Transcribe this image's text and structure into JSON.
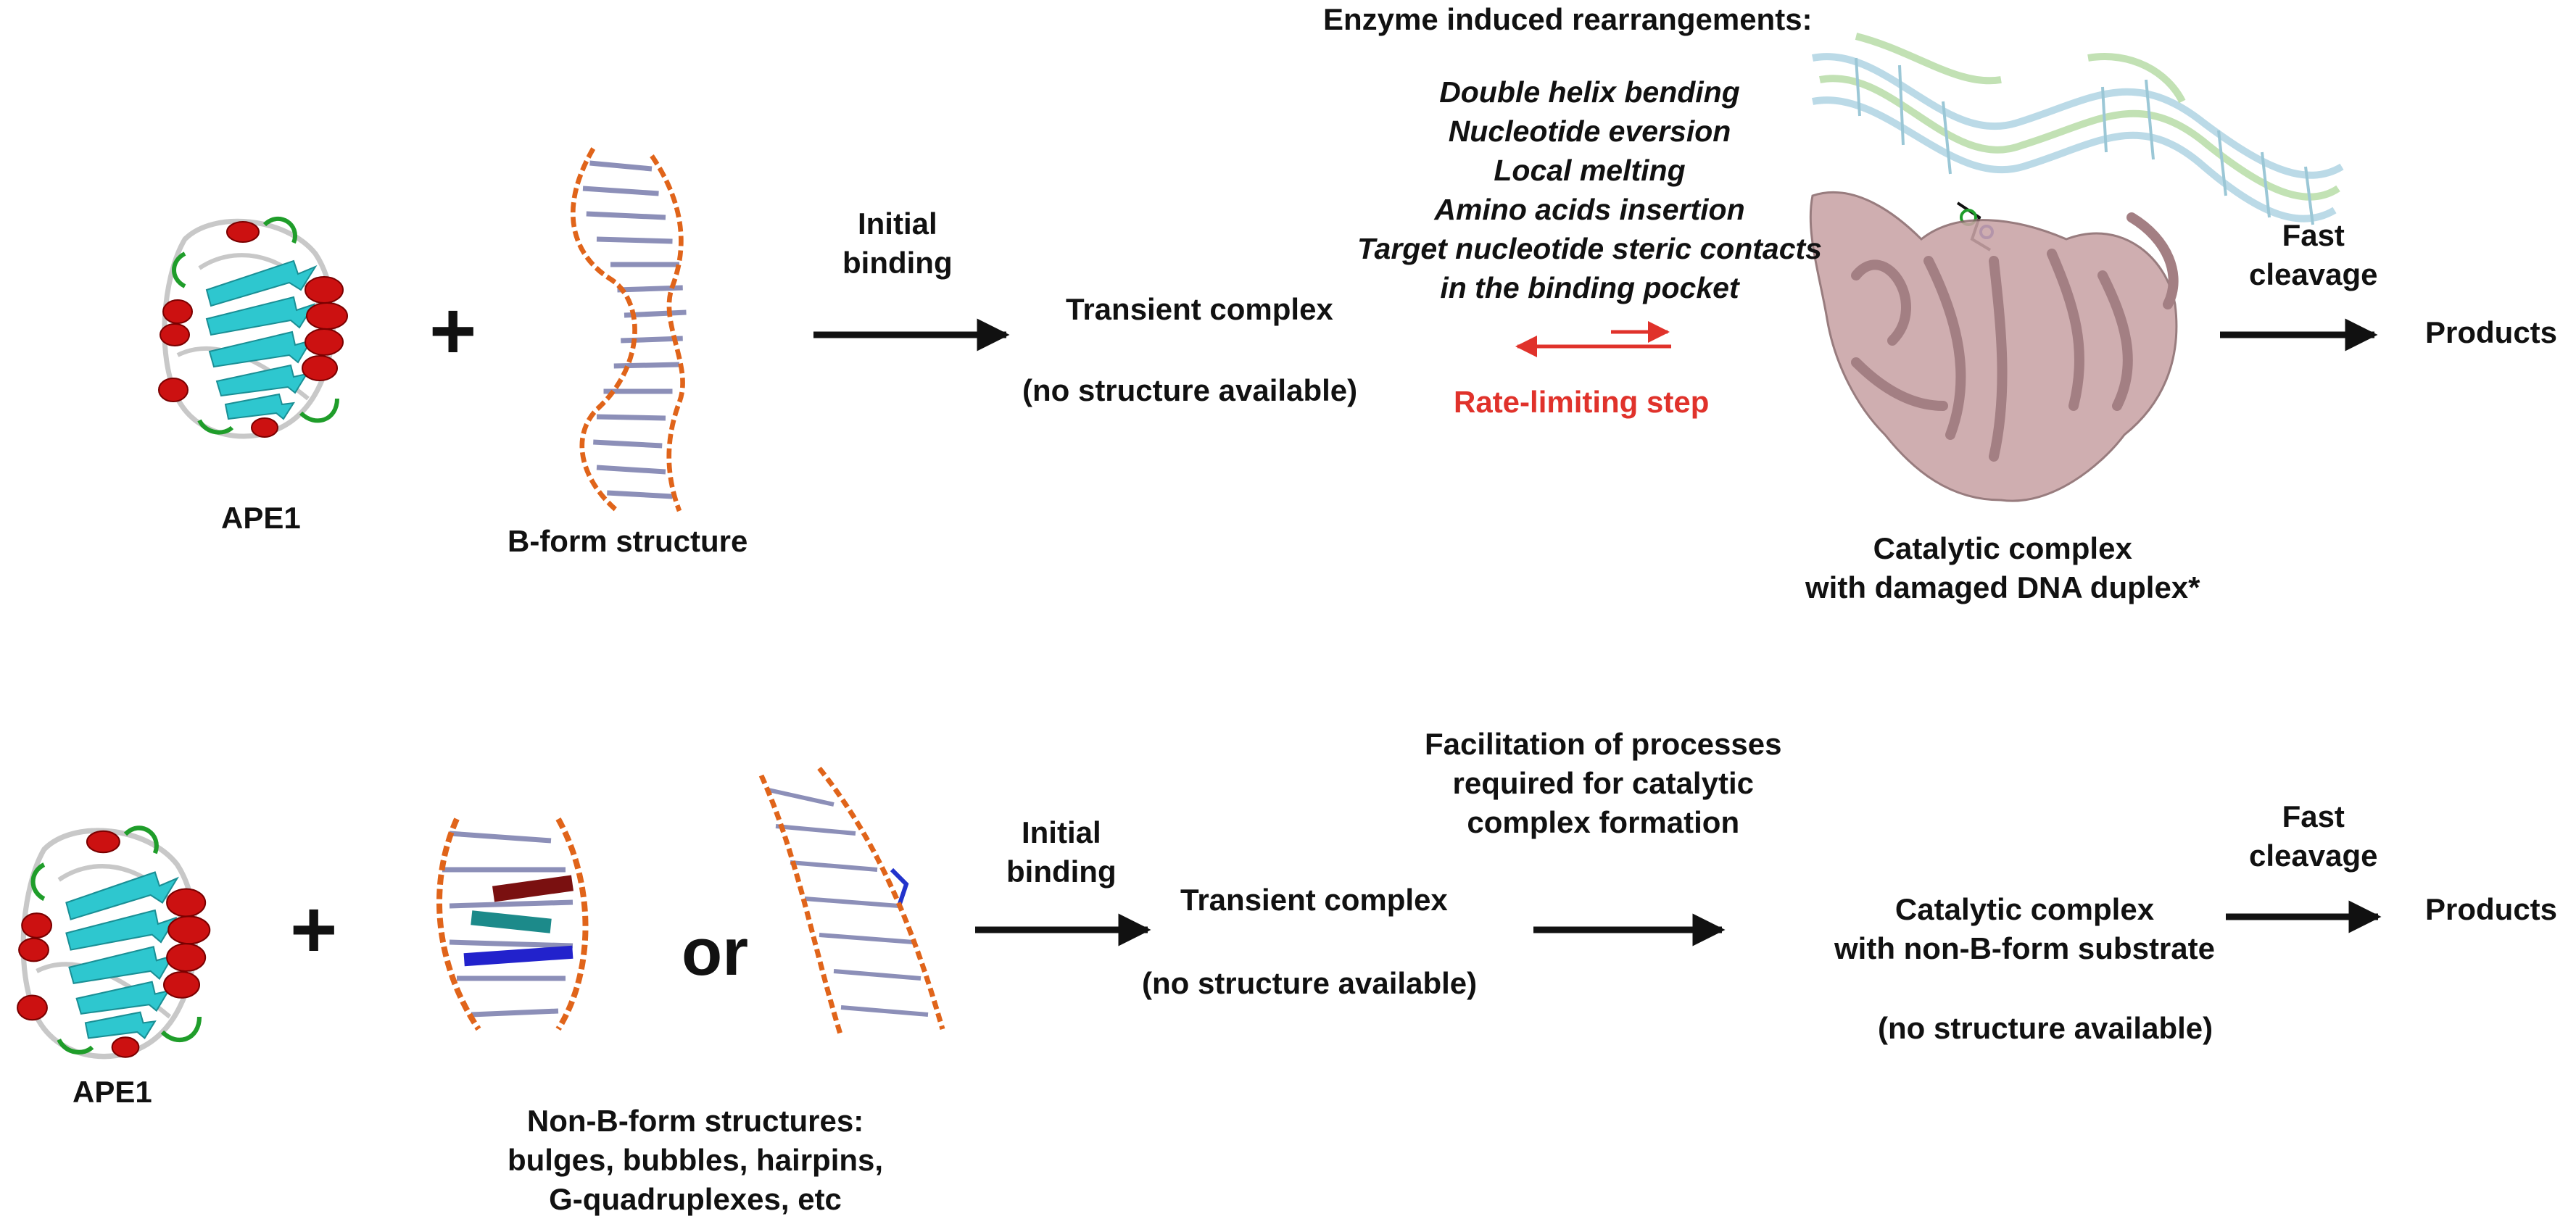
{
  "top_row": {
    "protein_label": "APE1",
    "plus": "+",
    "dna_label": "B-form structure",
    "initial_binding": [
      "Initial",
      "binding"
    ],
    "transient_complex": "Transient complex",
    "no_structure": "(no structure available)",
    "rearrangements_title": "Enzyme induced rearrangements:",
    "rearrangements": [
      "Double helix bending",
      "Nucleotide eversion",
      "Local melting",
      "Amino acids insertion",
      "Target nucleotide steric contacts",
      "in the binding pocket"
    ],
    "rate_limiting": "Rate-limiting step",
    "catalytic_complex": [
      "Catalytic complex",
      "with damaged DNA duplex*"
    ],
    "fast_cleavage": [
      "Fast",
      "cleavage"
    ],
    "products": "Products"
  },
  "bottom_row": {
    "protein_label": "APE1",
    "plus": "+",
    "or": "or",
    "nonb_label": [
      "Non-B-form structures:",
      "bulges, bubbles, hairpins,",
      "G-quadruplexes, etc"
    ],
    "initial_binding": [
      "Initial",
      "binding"
    ],
    "transient_complex": "Transient complex",
    "no_structure": "(no structure available)",
    "facilitation": [
      "Facilitation of processes",
      "required for catalytic",
      "complex formation"
    ],
    "catalytic_complex": [
      "Catalytic complex",
      "with non-B-form substrate"
    ],
    "catalytic_no_structure": "(no structure available)",
    "fast_cleavage": [
      "Fast",
      "cleavage"
    ],
    "products": "Products"
  },
  "colors": {
    "helix": "#cc1111",
    "strand": "#2ec7cf",
    "loop": "#c8c8c8",
    "turn": "#1f9d2a",
    "dna_backbone": "#e0641a",
    "dna_base": "#8c8fb8",
    "complex_protein": "#c9a3a6",
    "complex_dna_a": "#b8d9e6",
    "complex_dna_b": "#bfe0b0",
    "arrow": "#111111",
    "rate_limiting": "#e0322b"
  }
}
